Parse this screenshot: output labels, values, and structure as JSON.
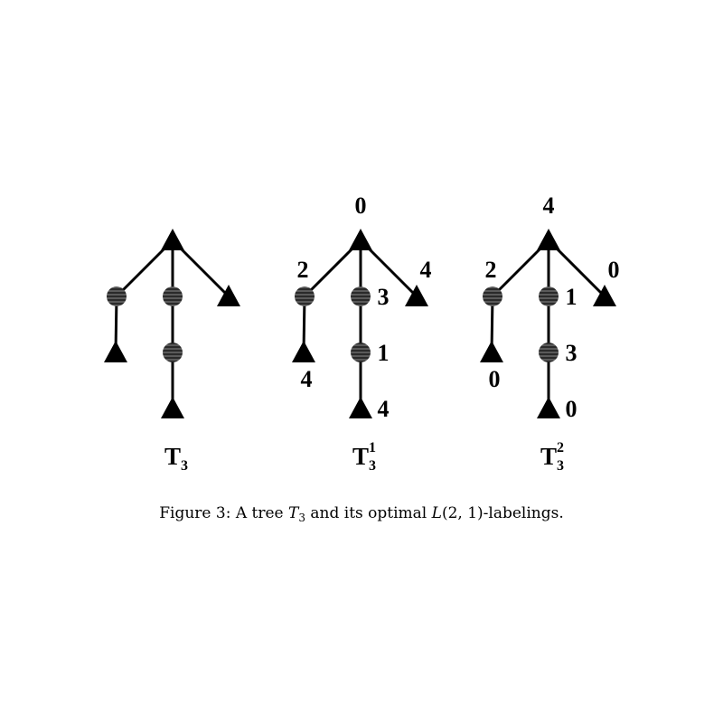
{
  "trees": [
    {
      "id": "t3",
      "title": {
        "base": "T",
        "sub": "3",
        "sup": ""
      },
      "labels": {
        "root": "",
        "left": "",
        "left_leaf": "",
        "mid": "",
        "mid_lower": "",
        "mid_leaf": "",
        "right_leaf": ""
      }
    },
    {
      "id": "t3-1",
      "title": {
        "base": "T",
        "sub": "3",
        "sup": "1"
      },
      "labels": {
        "root": "0",
        "left": "2",
        "left_leaf": "4",
        "mid": "3",
        "mid_lower": "1",
        "mid_leaf": "4",
        "right_leaf": "4"
      }
    },
    {
      "id": "t3-2",
      "title": {
        "base": "T",
        "sub": "3",
        "sup": "2"
      },
      "labels": {
        "root": "4",
        "left": "2",
        "left_leaf": "0",
        "mid": "1",
        "mid_lower": "3",
        "mid_leaf": "0",
        "right_leaf": "0"
      }
    }
  ],
  "caption": {
    "prefix": "Figure 3: A tree ",
    "t": "T",
    "t_sub": "3",
    "middle": " and its optimal ",
    "l": "L",
    "l_args": "(2, 1)",
    "suffix": "-labelings."
  },
  "icons": {
    "triangle": "triangle-node-icon",
    "circle": "hatched-circle-node-icon"
  },
  "colors": {
    "ink": "#000000",
    "node_fill": "#2a2a2a",
    "node_hatch": "#8a8a8a"
  }
}
